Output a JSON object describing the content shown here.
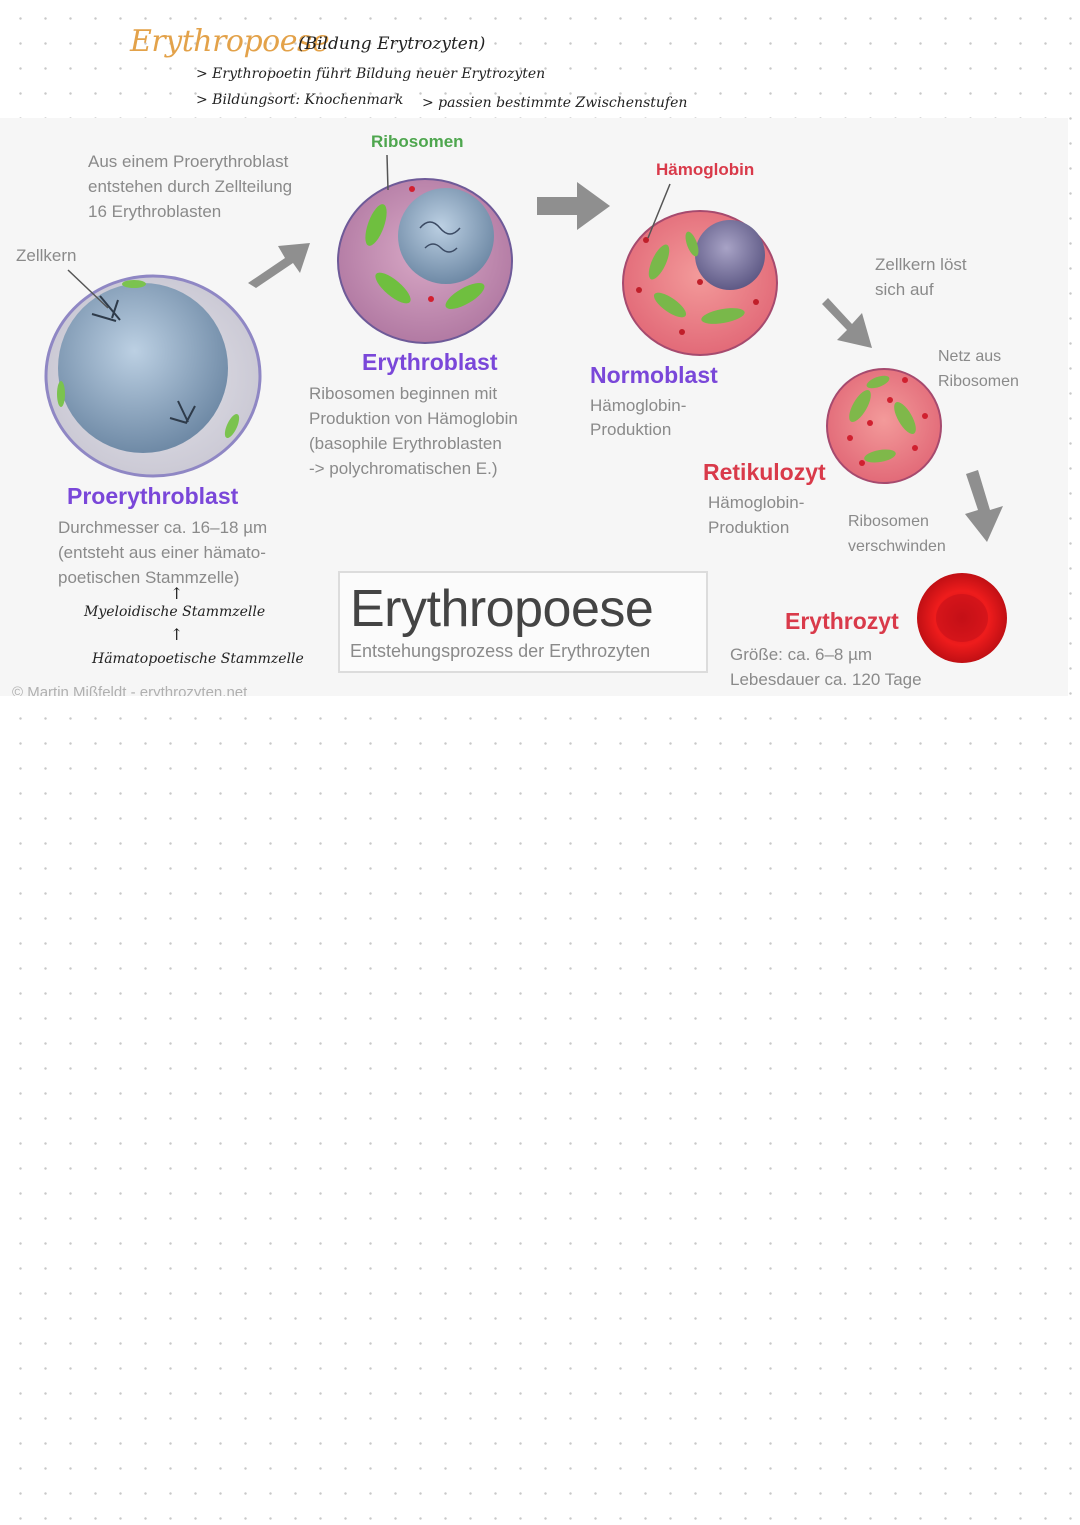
{
  "notes": {
    "title": "Erythropoese",
    "subtitle": "(Bildung Erytrozyten)",
    "line1": "> Erythropoetin führt Bildung neuer Erytrozyten",
    "line2": "> Bildungsort: Knochenmark",
    "line3": "> passien bestimmte Zwischenstufen"
  },
  "diagram": {
    "zellkern": "Zellkern",
    "intro": [
      "Aus einem Proerythroblast",
      "entstehen durch Zellteilung",
      "16 Erythroblasten"
    ],
    "ribosomen_tag": "Ribosomen",
    "haemoglobin_tag": "Hämoglobin",
    "proerythroblast": {
      "name": "Proerythroblast",
      "desc": [
        "Durchmesser ca. 16–18 µm",
        "(entsteht aus einer hämato-",
        "poetischen Stammzelle)"
      ]
    },
    "erythroblast": {
      "name": "Erythroblast",
      "desc": [
        "Ribosomen beginnen mit",
        "Produktion von Hämoglobin",
        "(basophile Erythroblasten",
        "-> polychromatischen E.)"
      ]
    },
    "normoblast": {
      "name": "Normoblast",
      "desc": [
        "Hämoglobin-",
        "Produktion"
      ]
    },
    "zellkern_loest": [
      "Zellkern löst",
      "sich auf"
    ],
    "netz": [
      "Netz aus",
      "Ribosomen"
    ],
    "retikulozyt": {
      "name": "Retikulozyt",
      "desc": [
        "Hämoglobin-",
        "Produktion"
      ]
    },
    "ribosomen_verschwinden": [
      "Ribosomen",
      "verschwinden"
    ],
    "erythrozyt": {
      "name": "Erythrozyt",
      "desc": [
        "Größe: ca. 6–8 µm",
        "Lebesdauer ca. 120 Tage"
      ]
    },
    "box_title": "Erythropoese",
    "box_subtitle": "Entstehungsprozess der Erythrozyten",
    "copyright": "© Martin Mißfeldt - erythrozyten.net",
    "hand_myeloid": "Myeloidische Stammzelle",
    "hand_haemato": "Hämatopoetische Stammzelle"
  },
  "colors": {
    "title_orange": "#e3a24a",
    "purple": "#7a47d9",
    "red": "#d93a4a",
    "green": "#4ea64e"
  }
}
